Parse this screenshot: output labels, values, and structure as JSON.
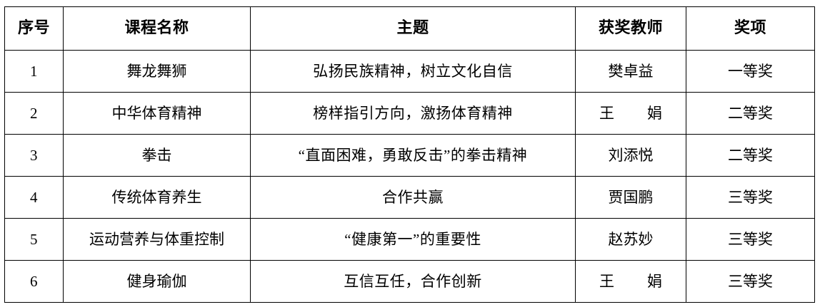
{
  "table": {
    "columns": [
      {
        "key": "index",
        "label": "序号"
      },
      {
        "key": "course",
        "label": "课程名称"
      },
      {
        "key": "theme",
        "label": "主题"
      },
      {
        "key": "teacher",
        "label": "获奖教师"
      },
      {
        "key": "award",
        "label": "奖项"
      }
    ],
    "rows": [
      {
        "index": "1",
        "course": "舞龙舞狮",
        "theme": "弘扬民族精神，树立文化自信",
        "teacher": "樊卓益",
        "teacher_spaced": false,
        "award": "一等奖"
      },
      {
        "index": "2",
        "course": "中华体育精神",
        "theme": "榜样指引方向，激扬体育精神",
        "teacher": "王娟",
        "teacher_spaced": true,
        "award": "二等奖"
      },
      {
        "index": "3",
        "course": "拳击",
        "theme": "“直面困难，勇敢反击”的拳击精神",
        "teacher": "刘添悦",
        "teacher_spaced": false,
        "award": "二等奖"
      },
      {
        "index": "4",
        "course": "传统体育养生",
        "theme": "合作共赢",
        "teacher": "贾国鹏",
        "teacher_spaced": false,
        "award": "三等奖"
      },
      {
        "index": "5",
        "course": "运动营养与体重控制",
        "theme": "“健康第一”的重要性",
        "teacher": "赵苏妙",
        "teacher_spaced": false,
        "award": "三等奖"
      },
      {
        "index": "6",
        "course": "健身瑜伽",
        "theme": "互信互任，合作创新",
        "teacher": "王娟",
        "teacher_spaced": true,
        "award": "三等奖"
      }
    ]
  },
  "style": {
    "border_color": "#000000",
    "text_color": "#000000",
    "background": "#ffffff"
  }
}
